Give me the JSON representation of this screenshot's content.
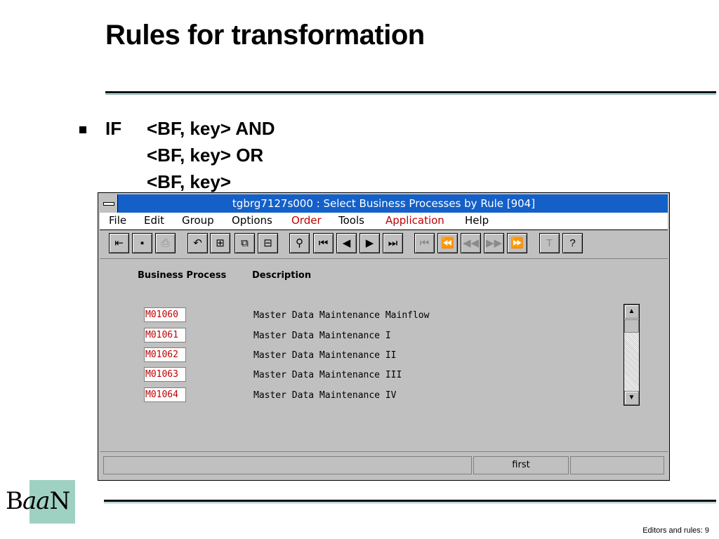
{
  "slide": {
    "title": "Rules for transformation",
    "rule_if": "IF",
    "rule_lines": [
      "<BF, key> AND",
      "<BF, key> OR",
      "<BF, key>"
    ],
    "footer": "Editors and rules: 9",
    "logo": "BaaN"
  },
  "window": {
    "title": "tgbrg7127s000 : Select Business Processes by Rule [904]",
    "menu": [
      {
        "label": "File",
        "accent": false
      },
      {
        "label": "Edit",
        "accent": false
      },
      {
        "label": "Group",
        "accent": false
      },
      {
        "label": "Options",
        "accent": false
      },
      {
        "label": "Order",
        "accent": true
      },
      {
        "label": "Tools",
        "accent": false
      },
      {
        "label": "Application",
        "accent": true
      },
      {
        "label": "Help",
        "accent": false
      }
    ],
    "toolbar_icons": [
      "exit-icon",
      "save-icon",
      "print-icon",
      "undo-icon",
      "insert-icon",
      "copy-icon",
      "delete-icon",
      "find-icon",
      "first-record-icon",
      "previous-record-icon",
      "next-record-icon",
      "last-record-icon",
      "first-set-icon",
      "previous-set-icon",
      "previous-page-icon",
      "next-page-icon",
      "last-set-icon",
      "text-icon",
      "help-icon"
    ],
    "columns": {
      "business_process": "Business Process",
      "description": "Description"
    },
    "rows": [
      {
        "code": "M01060",
        "description": "Master Data Maintenance Mainflow"
      },
      {
        "code": "M01061",
        "description": "Master Data Maintenance I"
      },
      {
        "code": "M01062",
        "description": "Master Data Maintenance II"
      },
      {
        "code": "M01063",
        "description": "Master Data Maintenance III"
      },
      {
        "code": "M01064",
        "description": "Master Data Maintenance IV"
      }
    ],
    "status": {
      "field1": "",
      "field2": "first",
      "field3": ""
    },
    "colors": {
      "titlebar": "#1460c8",
      "accent_menu": "#c00000",
      "code_text": "#c00000"
    }
  }
}
